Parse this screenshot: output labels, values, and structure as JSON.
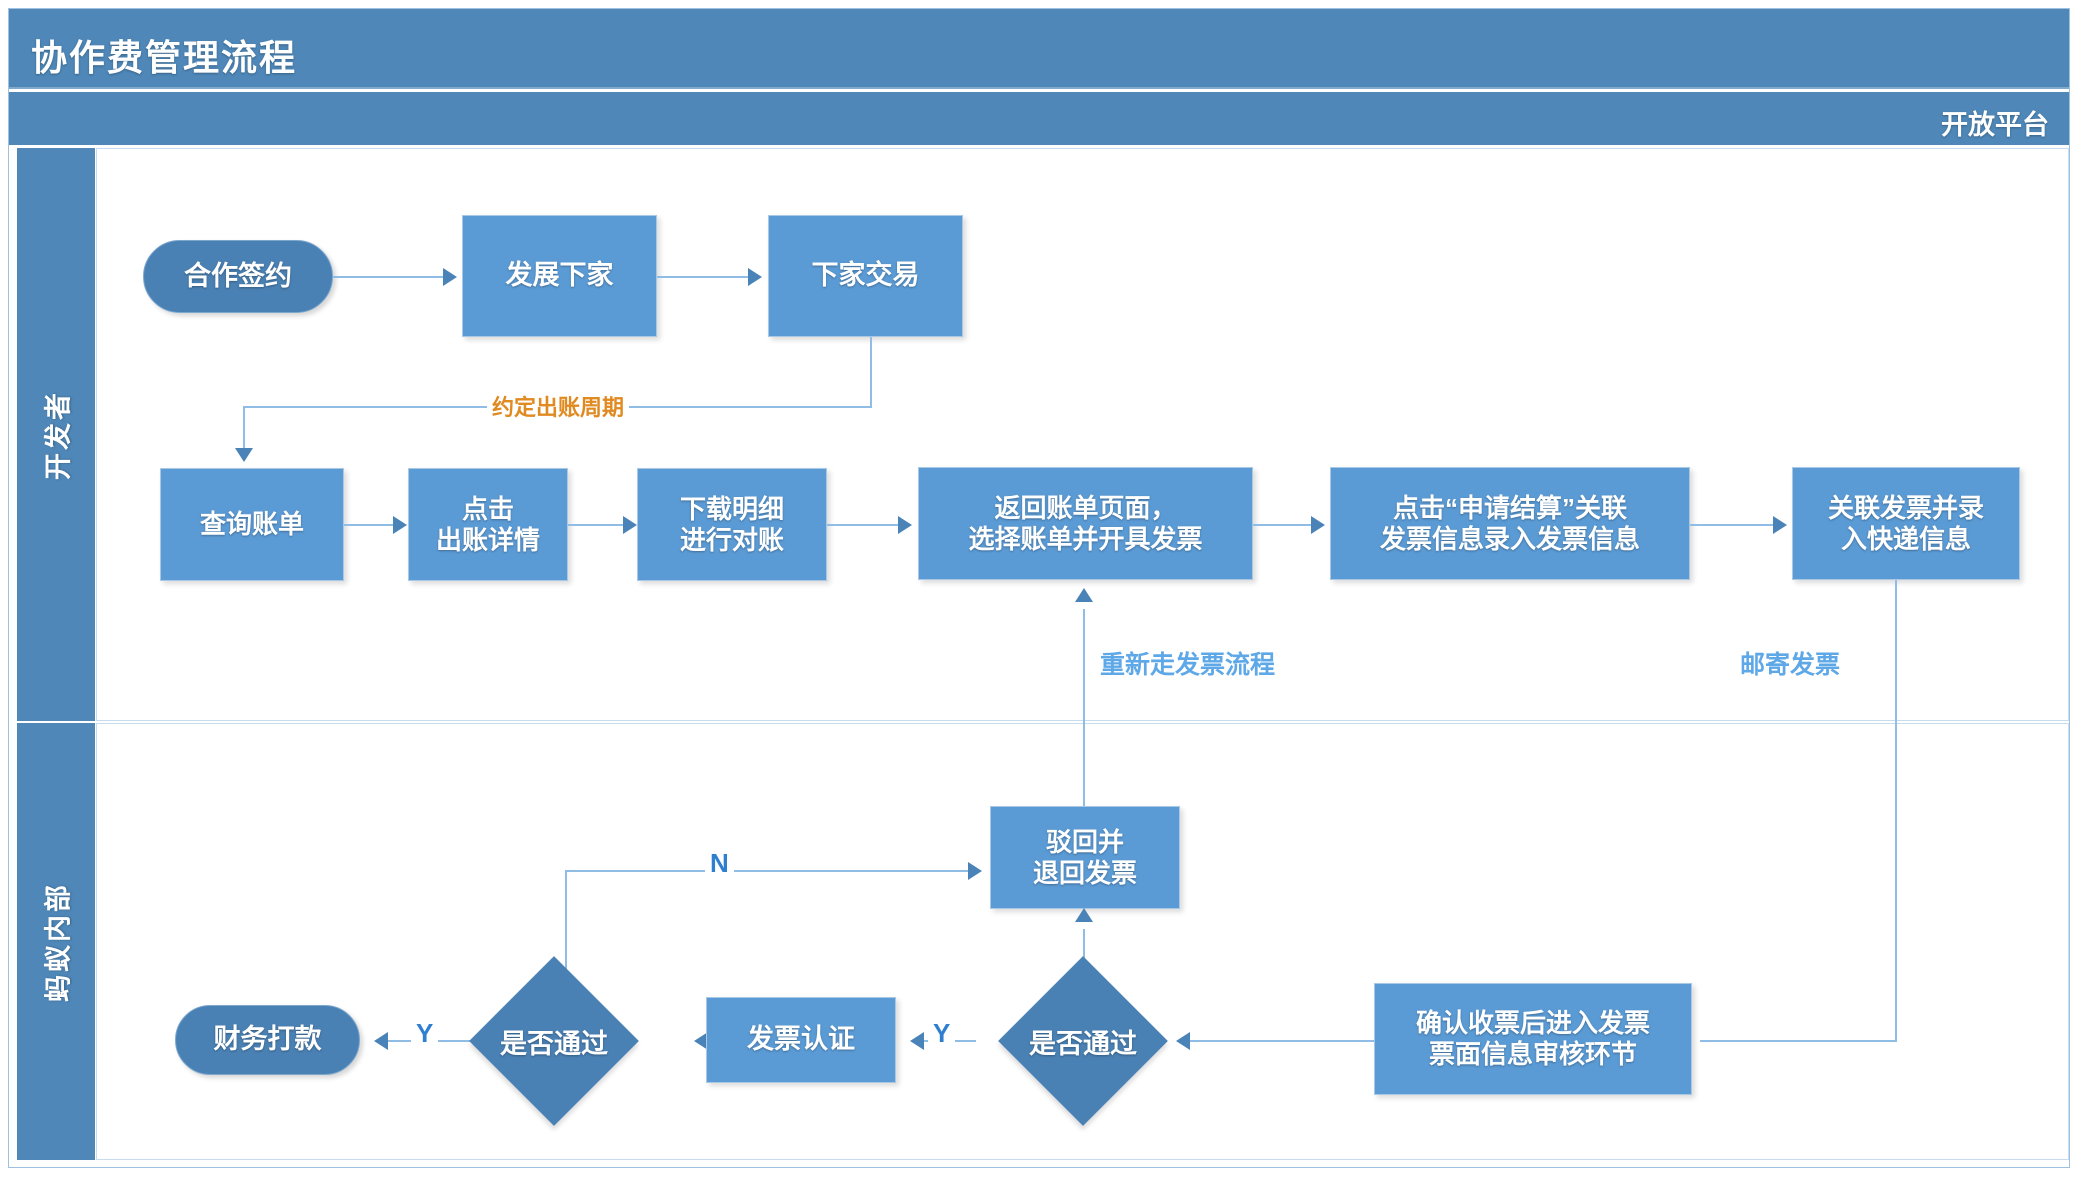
{
  "header": {
    "title": "协作费管理流程",
    "phase_label": "开放平台"
  },
  "lanes": [
    {
      "id": "developer",
      "label": "开发者"
    },
    {
      "id": "ant-internal",
      "label": "蚂蚁内部"
    }
  ],
  "nodes": {
    "cooperation_sign": {
      "label": "合作签约",
      "shape": "pill"
    },
    "develop_downstream": {
      "label": "发展下家",
      "shape": "rect"
    },
    "downstream_trade": {
      "label": "下家交易",
      "shape": "rect"
    },
    "query_bill": {
      "label": "查询账单",
      "shape": "rect"
    },
    "click_bill_detail": {
      "label": "点击\n出账详情",
      "shape": "rect"
    },
    "download_reconcile": {
      "label": "下载明细\n进行对账",
      "shape": "rect"
    },
    "back_bill_invoice": {
      "label": "返回账单页面，\n选择账单并开具发票",
      "shape": "rect"
    },
    "apply_settle": {
      "label": "点击“申请结算”关联\n发票信息录入发票信息",
      "shape": "rect"
    },
    "link_invoice_express": {
      "label": "关联发票并录\n入快递信息",
      "shape": "rect"
    },
    "reject_return": {
      "label": "驳回并\n退回发票",
      "shape": "rect"
    },
    "finance_payment": {
      "label": "财务打款",
      "shape": "pill"
    },
    "pass_check_1": {
      "label": "是否通过",
      "shape": "diamond"
    },
    "invoice_auth": {
      "label": "发票认证",
      "shape": "rect"
    },
    "pass_check_2": {
      "label": "是否通过",
      "shape": "diamond"
    },
    "confirm_receipt": {
      "label": "确认收票后进入发票\n票面信息审核环节",
      "shape": "rect"
    }
  },
  "edge_labels": {
    "billing_cycle": "约定出账周期",
    "redo_invoice_flow": "重新走发票流程",
    "mail_invoice": "邮寄发票",
    "n_reject": "N",
    "y_pass_finance": "Y",
    "y_pass_auth": "Y"
  },
  "colors": {
    "header_blue": "#4e87b8",
    "node_blue": "#5b9bd5",
    "accent_blue": "#4a81b4",
    "connector_blue": "#8fbde6",
    "label_orange": "#e08a22",
    "label_light_blue": "#5fa8e8",
    "label_yn_blue": "#2f7fd0"
  }
}
